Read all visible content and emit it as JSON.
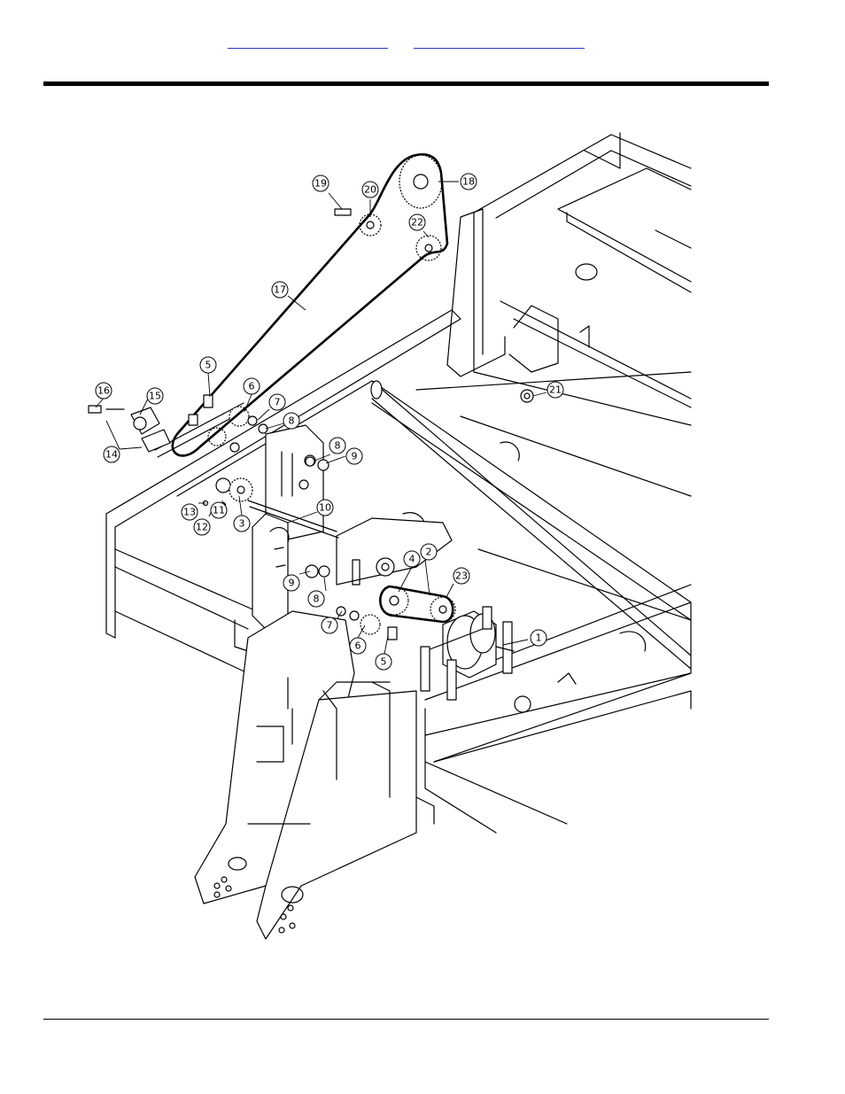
{
  "nav": {
    "link1": "",
    "link2": ""
  },
  "callouts": [
    {
      "label": "1"
    },
    {
      "label": "2"
    },
    {
      "label": "3"
    },
    {
      "label": "4"
    },
    {
      "label": "5"
    },
    {
      "label": "5"
    },
    {
      "label": "6"
    },
    {
      "label": "6"
    },
    {
      "label": "7"
    },
    {
      "label": "7"
    },
    {
      "label": "8"
    },
    {
      "label": "8"
    },
    {
      "label": "8"
    },
    {
      "label": "9"
    },
    {
      "label": "9"
    },
    {
      "label": "10"
    },
    {
      "label": "11"
    },
    {
      "label": "12"
    },
    {
      "label": "13"
    },
    {
      "label": "14"
    },
    {
      "label": "15"
    },
    {
      "label": "16"
    },
    {
      "label": "17"
    },
    {
      "label": "18"
    },
    {
      "label": "19"
    },
    {
      "label": "20"
    },
    {
      "label": "21"
    },
    {
      "label": "22"
    },
    {
      "label": "23"
    }
  ]
}
